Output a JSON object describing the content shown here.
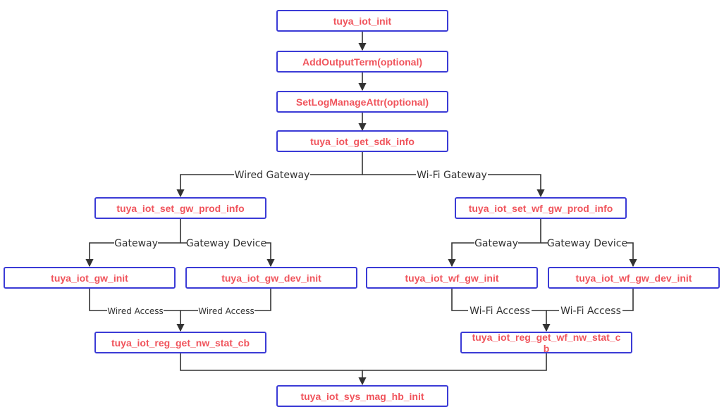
{
  "nodes": {
    "init": "tuya_iot_init",
    "add_output": "AddOutputTerm(optional)",
    "set_log": "SetLogManageAttr(optional)",
    "get_sdk": "tuya_iot_get_sdk_info",
    "set_gw_prod": "tuya_iot_set_gw_prod_info",
    "set_wf_gw_prod": "tuya_iot_set_wf_gw_prod_info",
    "gw_init": "tuya_iot_gw_init",
    "gw_dev_init": "tuya_iot_gw_dev_init",
    "wf_gw_init": "tuya_iot_wf_gw_init",
    "wf_gw_dev_init": "tuya_iot_wf_gw_dev_init",
    "reg_nw": "tuya_iot_reg_get_nw_stat_cb",
    "reg_wf_nw_line1": "tuya_iot_reg_get_wf_nw_stat_c",
    "reg_wf_nw_line2": "b",
    "hb_init": "tuya_iot_sys_mag_hb_init"
  },
  "edge_labels": {
    "wired_gateway": "Wired Gateway",
    "wifi_gateway": "Wi-Fi Gateway",
    "left_gateway": "Gateway",
    "left_gateway_device": "Gateway Device",
    "right_gateway": "Gateway",
    "right_gateway_device": "Gateway Device",
    "wired_access_1": "Wired Access",
    "wired_access_2": "Wired Access",
    "wifi_access_1": "Wi-Fi Access",
    "wifi_access_2": "Wi-Fi Access"
  },
  "colors": {
    "node_border": "#3b3bd6",
    "node_text": "#f0545c",
    "edge": "#333333"
  }
}
